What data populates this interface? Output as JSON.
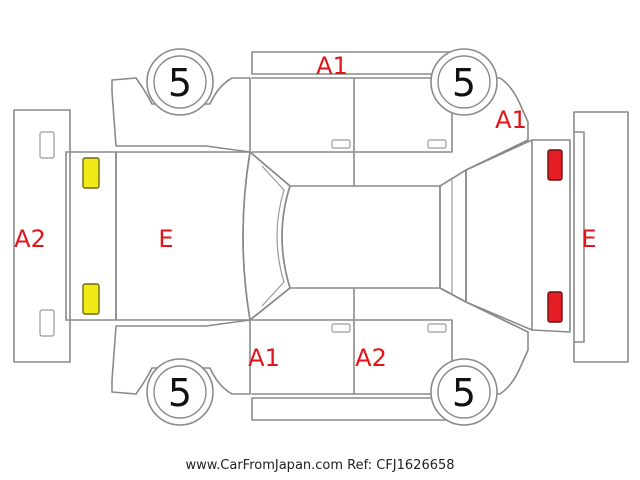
{
  "colors": {
    "outline": "#8a8a8a",
    "damage_code": "#e4141b",
    "front_lamp": "#f2ea17",
    "rear_lamp": "#e51e25",
    "caption": "#222222"
  },
  "wheels": {
    "front_left": "5",
    "rear_left": "5",
    "front_right": "5",
    "rear_right": "5"
  },
  "damage_codes": {
    "roof_top": "A1",
    "rear_quarter_upper": "A1",
    "front_bumper": "A2",
    "hood": "E",
    "rear_gate": "E",
    "front_door_lower": "A1",
    "rear_door_lower": "A2"
  },
  "caption": "www.CarFromJapan.com Ref: CFJ1626658"
}
